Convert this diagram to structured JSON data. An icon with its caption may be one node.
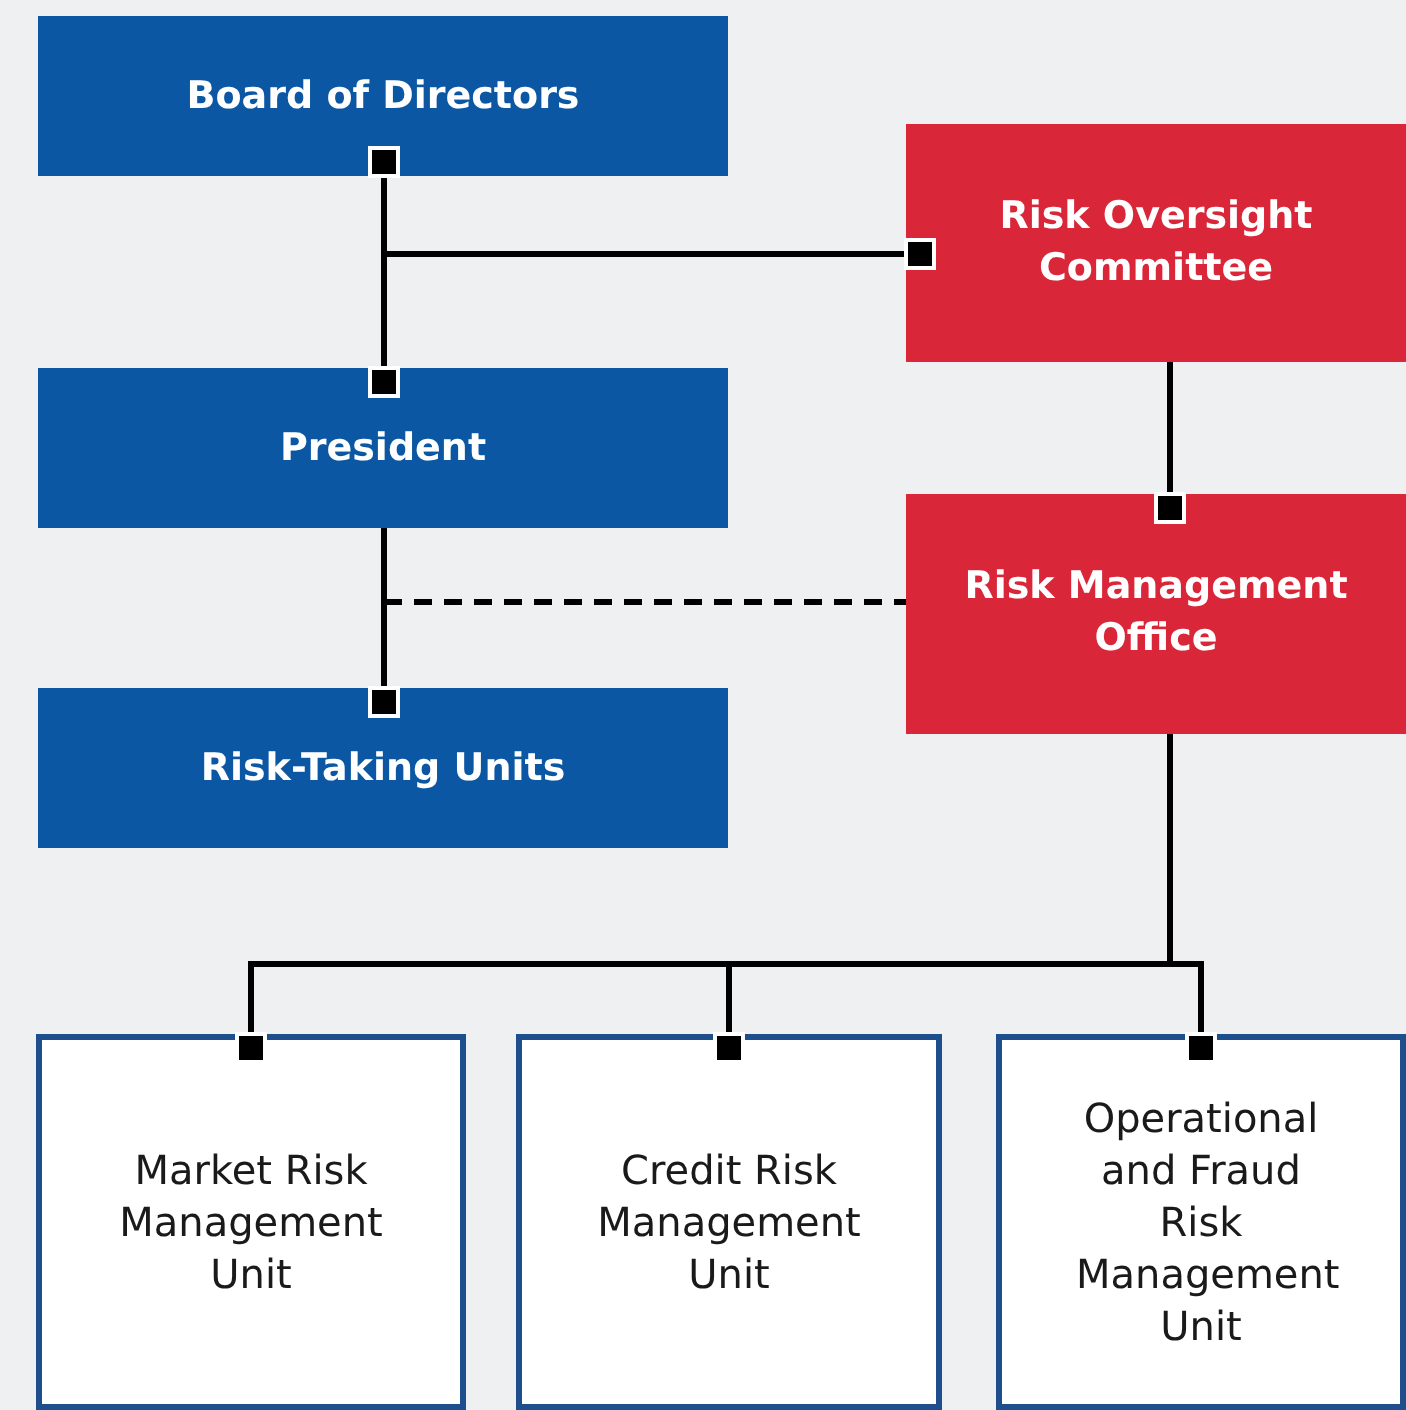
{
  "diagram": {
    "nodes": [
      {
        "text": [
          "Board of Directors"
        ]
      },
      {
        "text": [
          "Risk Oversight Committee"
        ]
      },
      {
        "text": [
          "President"
        ]
      },
      {
        "text": [
          "Risk Management Office"
        ]
      },
      {
        "text": [
          "Risk-Taking Units"
        ]
      },
      {
        "text": [
          "Market Risk Management Unit"
        ]
      },
      {
        "text": [
          "Credit Risk Management Unit"
        ]
      },
      {
        "text": [
          "Operational and Fraud Risk Management Unit"
        ]
      }
    ],
    "edges": [
      {
        "from": 0,
        "to": 2,
        "arrow": "other"
      },
      {
        "from": 0,
        "to": 1,
        "arrow": "other"
      },
      {
        "from": 2,
        "to": 4,
        "arrow": "other"
      },
      {
        "from": 1,
        "to": 3,
        "arrow": "other"
      },
      {
        "from": 2,
        "to": 3,
        "arrow": "none",
        "style": "dashed"
      },
      {
        "from": 3,
        "to": 5,
        "arrow": "other"
      },
      {
        "from": 3,
        "to": 6,
        "arrow": "other"
      },
      {
        "from": 3,
        "to": 7,
        "arrow": "other"
      }
    ]
  }
}
